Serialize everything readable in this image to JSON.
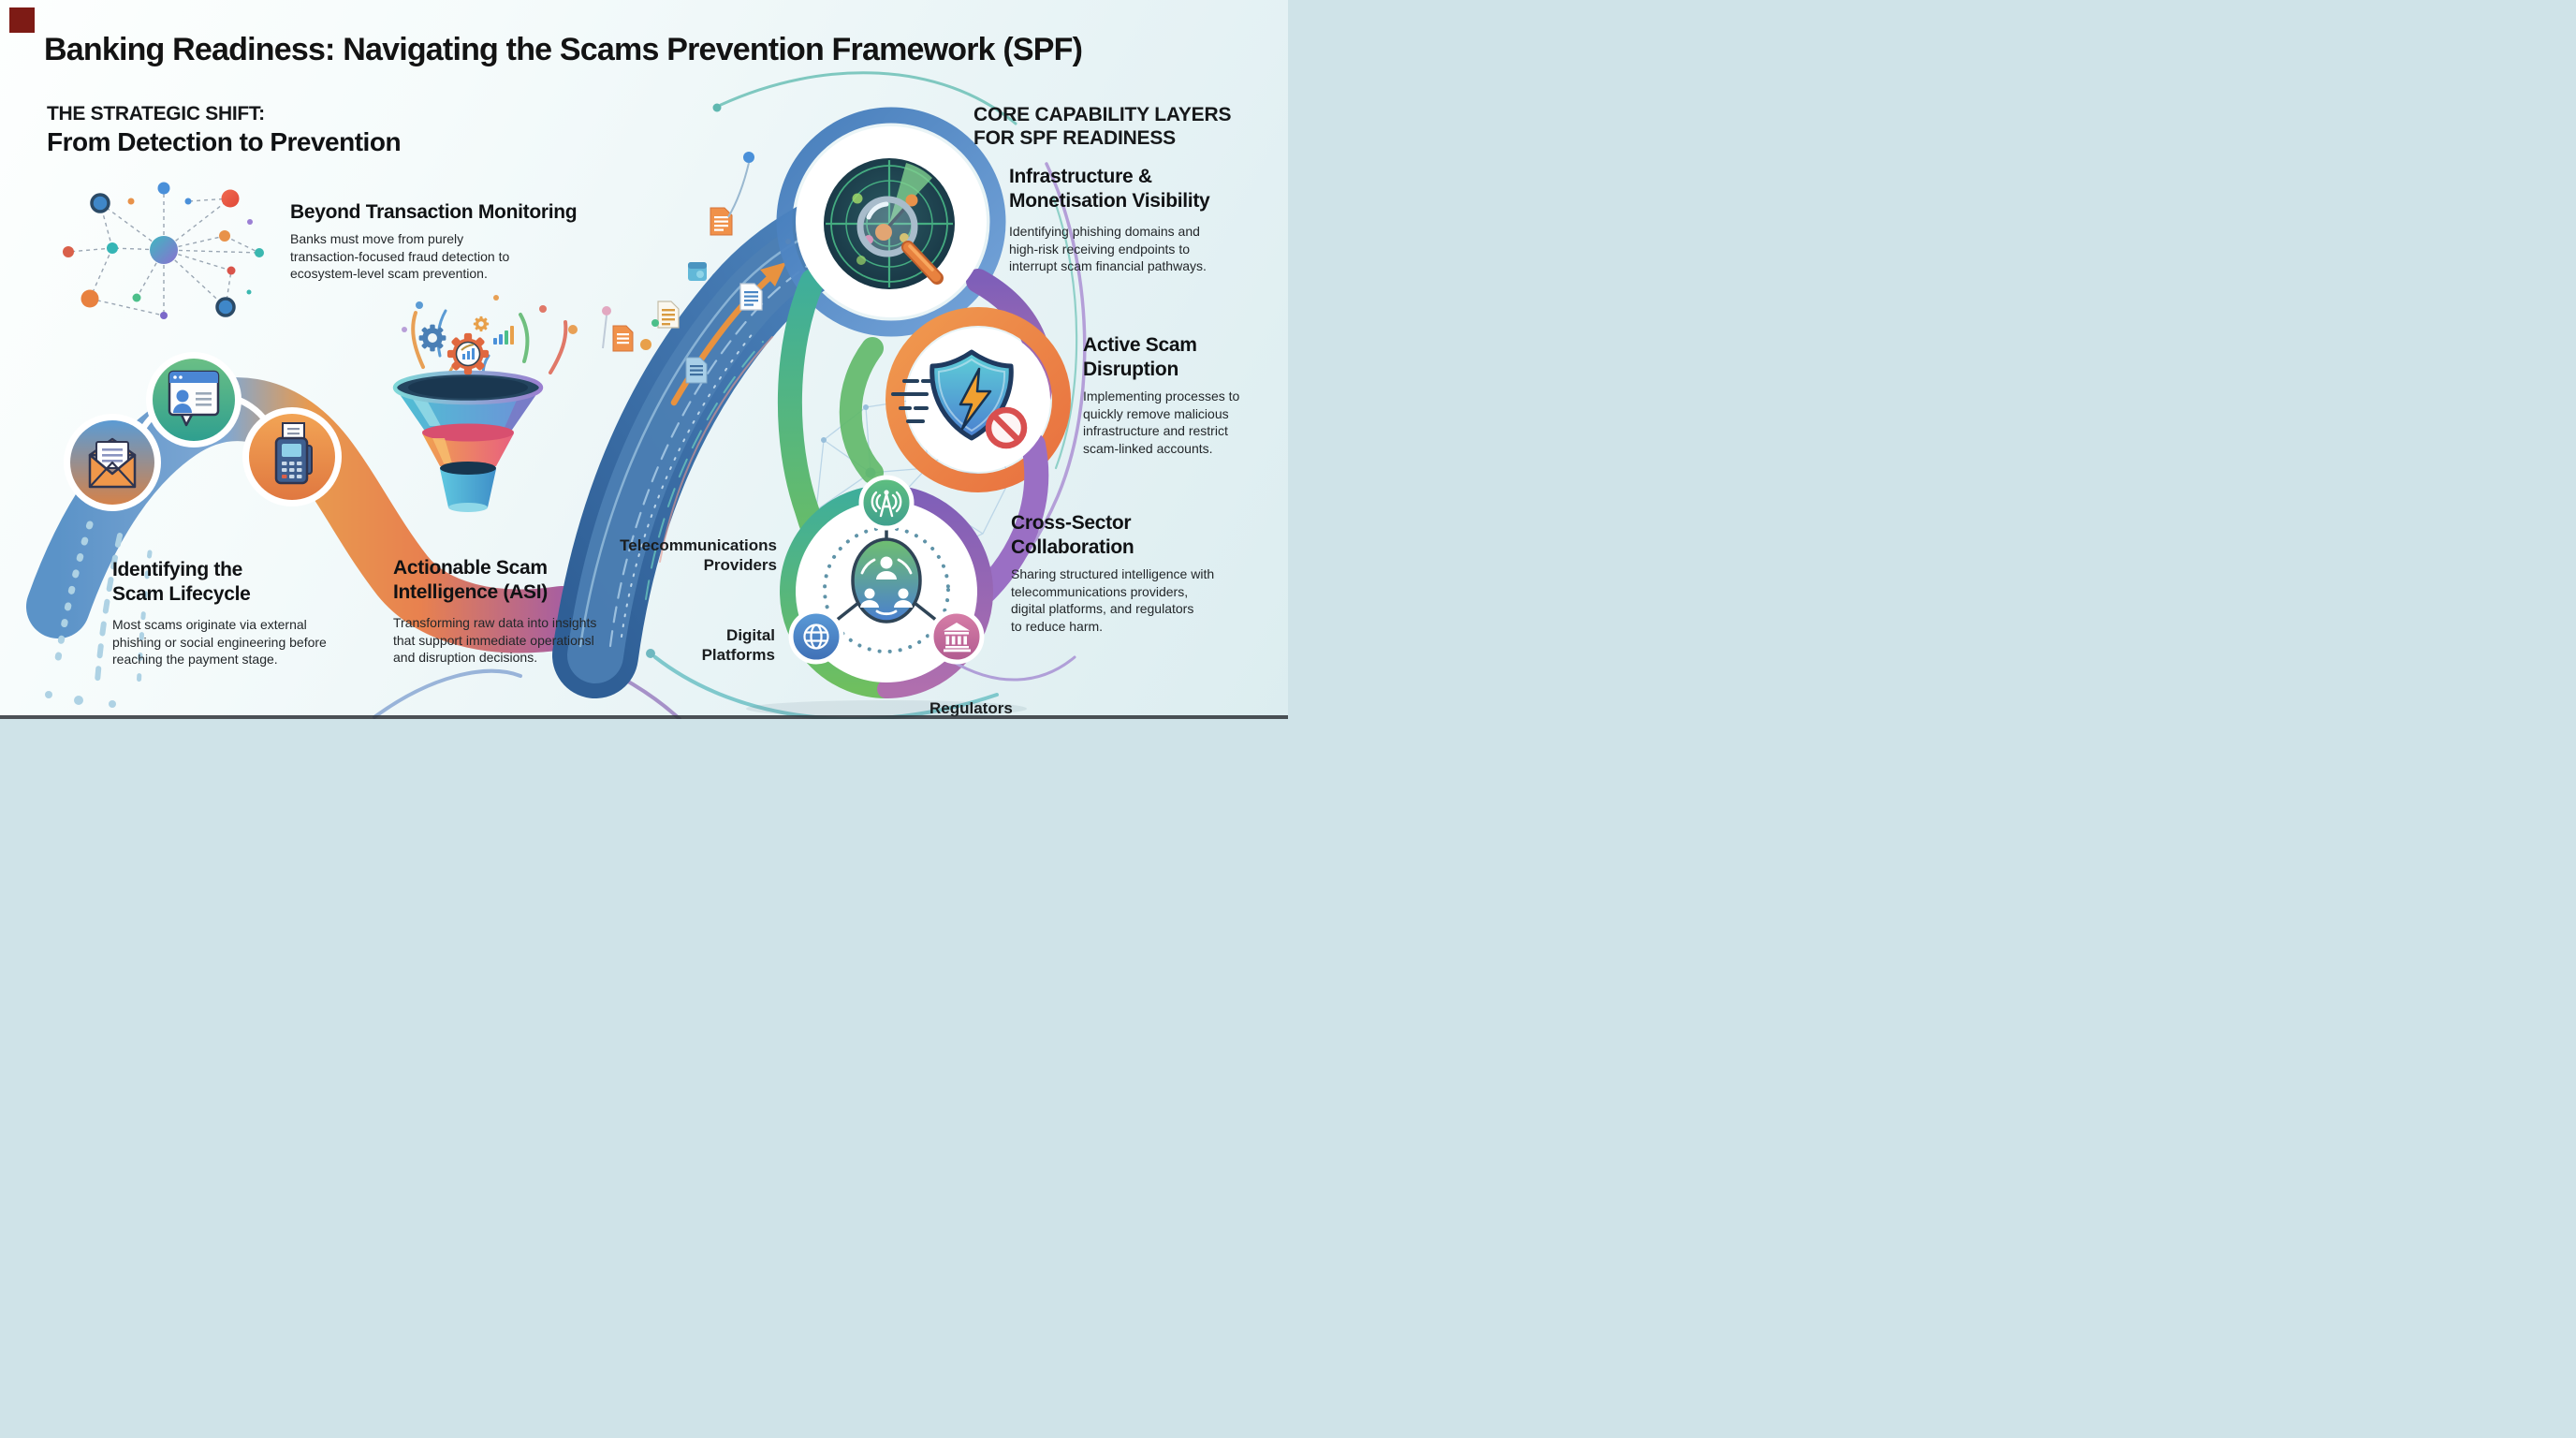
{
  "page": {
    "title": "Banking Readiness: Navigating the Scams Prevention Framework (SPF)"
  },
  "left_section": {
    "kicker": "THE STRATEGIC SHIFT:",
    "heading": "From Detection to Prevention"
  },
  "blocks": {
    "beyond": {
      "heading": "Beyond Transaction Monitoring",
      "body": "Banks must move from purely\ntransaction-focused fraud detection to\necosystem-level scam prevention."
    },
    "lifecycle": {
      "heading": "Identifying the\nScam Lifecycle",
      "body": "Most scams originate via external\nphishing or social engineering before\nreaching the payment stage."
    },
    "asi": {
      "heading": "Actionable Scam\nIntelligence (ASI)",
      "body": "Transforming raw data into insights\nthat support immediate operationsl\nand disruption decisions."
    }
  },
  "right_section": {
    "kicker": "CORE CAPABILITY LAYERS\nFOR SPF READINESS",
    "capabilities": [
      {
        "heading": "Infrastructure &\nMonetisation Visibility",
        "body": "Identifying phishing domains and\nhigh-risk receiving endpoints to\ninterrupt scam financial pathways."
      },
      {
        "heading": "Active Scam\nDisruption",
        "body": "Implementing processes to\nquickly remove malicious\ninfrastructure and restrict\nscam-linked accounts."
      },
      {
        "heading": "Cross-Sector\nCollaboration",
        "body": "Sharing structured intelligence with\ntelecommunications providers,\ndigital platforms, and regulators\nto reduce harm."
      }
    ],
    "labels": {
      "telecom": "Telecommunications\nProviders",
      "digital": "Digital\nPlatforms",
      "regulators": "Regulators"
    }
  },
  "icons": {
    "network": "network-graph-icon",
    "envelope": "open-envelope-icon",
    "profile": "profile-card-icon",
    "pos": "payment-terminal-icon",
    "funnel": "data-funnel-icon",
    "gears": "gear-icon",
    "chart": "bar-chart-icon",
    "radar": "radar-magnifier-icon",
    "shield": "shield-lightning-block-icon",
    "collaboration": "people-collaboration-icon",
    "antenna": "broadcast-tower-icon",
    "globe": "globe-icon",
    "bank": "bank-icon",
    "documents": "document-icon",
    "mesh": "network-globe-icon"
  },
  "colors": {
    "background_tint": "#e9f4f6",
    "title_text": "#131313",
    "body_text": "#23272a",
    "stream_blue": "#3d6da3",
    "wave_orange": "#e8923f",
    "ribbon_green": "#5fb868",
    "ribbon_purple": "#9a6fc4",
    "accent_teal": "#4cbf8a",
    "alert_red": "#d84f4f"
  }
}
